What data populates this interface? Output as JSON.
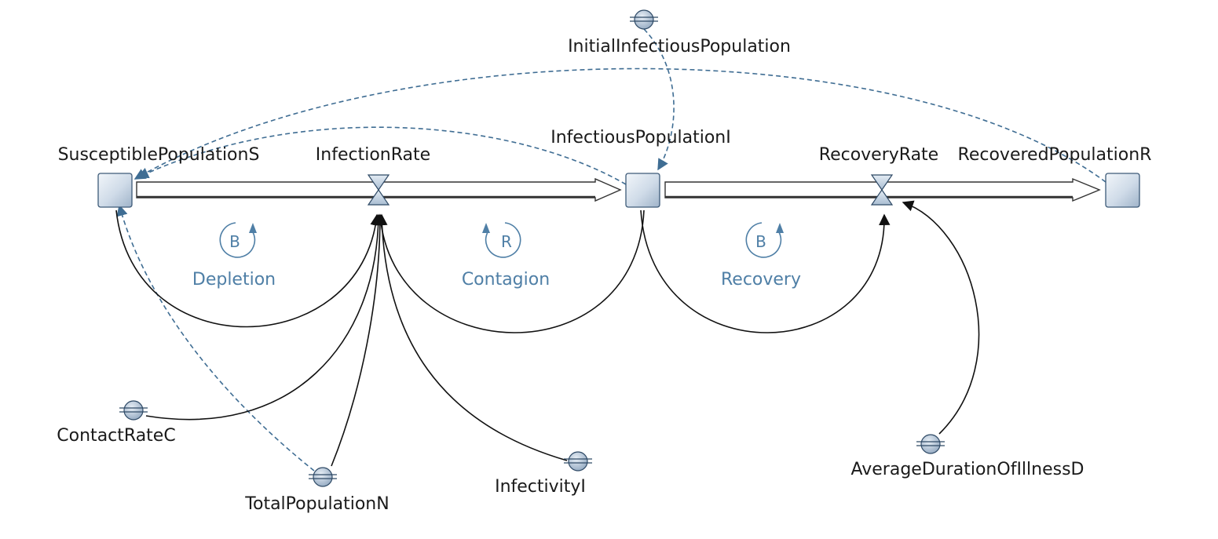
{
  "diagram": {
    "stocks": {
      "susceptible": "SusceptiblePopulationS",
      "infectious": "InfectiousPopulationI",
      "recovered": "RecoveredPopulationR"
    },
    "flows": {
      "infection": "InfectionRate",
      "recovery": "RecoveryRate"
    },
    "parameters": {
      "initial_infectious": "InitialInfectiousPopulation",
      "contact_rate": "ContactRateC",
      "total_population": "TotalPopulationN",
      "infectivity": "InfectivityI",
      "average_duration": "AverageDurationOfIllnessD"
    },
    "loops": [
      {
        "polarity": "B",
        "name": "Depletion"
      },
      {
        "polarity": "R",
        "name": "Contagion"
      },
      {
        "polarity": "B",
        "name": "Recovery"
      }
    ],
    "colors": {
      "link": "#111111",
      "dashed_link": "#3f6d93",
      "loop": "#4f7fa6",
      "shape_fill": "#c9d7e6"
    }
  }
}
